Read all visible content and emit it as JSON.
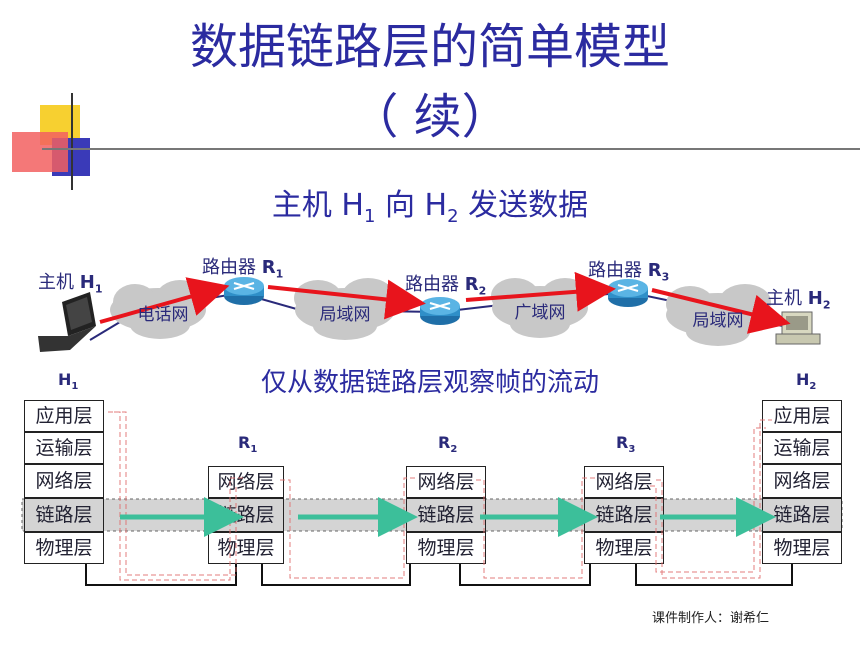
{
  "title": "数据链路层的简单模型",
  "title_cont": "（ 续）",
  "subtitle": {
    "prefix": "主机 H",
    "sub1": "1",
    "mid": " 向 H",
    "sub2": "2",
    "suffix": " 发送数据"
  },
  "network": {
    "host1": {
      "label": "主机 ",
      "name": "H",
      "sub": "1"
    },
    "host2": {
      "label": "主机 ",
      "name": "H",
      "sub": "2"
    },
    "routers": [
      {
        "label": "路由器 ",
        "name": "R",
        "sub": "1"
      },
      {
        "label": "路由器 ",
        "name": "R",
        "sub": "2"
      },
      {
        "label": "路由器 ",
        "name": "R",
        "sub": "3"
      }
    ],
    "clouds": [
      "电话网",
      "局域网",
      "广域网",
      "局域网"
    ]
  },
  "view_caption": "仅从数据链路层观察帧的流动",
  "stacks": {
    "host1": {
      "name": "H",
      "sub": "1",
      "layers": [
        "应用层",
        "运输层",
        "网络层",
        "链路层",
        "物理层"
      ]
    },
    "host2": {
      "name": "H",
      "sub": "2",
      "layers": [
        "应用层",
        "运输层",
        "网络层",
        "链路层",
        "物理层"
      ]
    },
    "routers": [
      {
        "name": "R",
        "sub": "1",
        "layers": [
          "网络层",
          "链路层",
          "物理层"
        ]
      },
      {
        "name": "R",
        "sub": "2",
        "layers": [
          "网络层",
          "链路层",
          "物理层"
        ]
      },
      {
        "name": "R",
        "sub": "3",
        "layers": [
          "网络层",
          "链路层",
          "物理层"
        ]
      }
    ]
  },
  "credit": "课件制作人：谢希仁",
  "colors": {
    "title": "#2b2ba0",
    "red_arrow": "#e8141c",
    "green_arrow": "#3cbf9a",
    "router": "#2f8fc8",
    "cloud": "#c8c8c8",
    "frame_trace": "#e07070"
  }
}
